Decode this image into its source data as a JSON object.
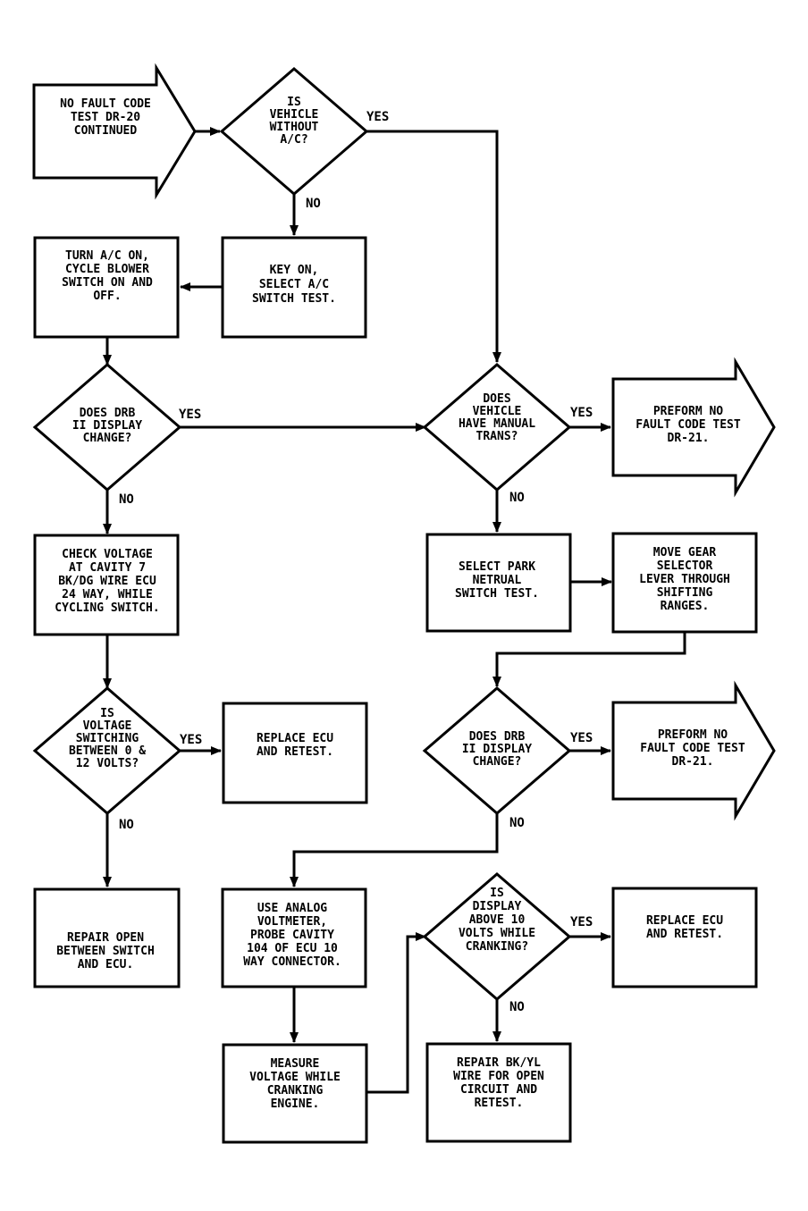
{
  "nodes": {
    "start": [
      "NO FAULT CODE",
      "TEST DR-20",
      "CONTINUED"
    ],
    "q_vehicle_ac": [
      "IS",
      "VEHICLE",
      "WITHOUT",
      "A/C?"
    ],
    "key_on": [
      "KEY ON,",
      "SELECT A/C",
      "SWITCH TEST."
    ],
    "turn_ac_on": [
      "TURN A/C ON,",
      "CYCLE BLOWER",
      "SWITCH ON AND",
      "OFF."
    ],
    "q_drb_display_1": [
      "DOES DRB",
      "II DISPLAY",
      "CHANGE?"
    ],
    "q_manual_trans": [
      "DOES",
      "VEHICLE",
      "HAVE MANUAL",
      "TRANS?"
    ],
    "perform_dr21_a": [
      "PREFORM NO",
      "FAULT CODE TEST",
      "DR-21."
    ],
    "check_voltage": [
      "CHECK VOLTAGE",
      "AT CAVITY 7",
      "BK/DG WIRE ECU",
      "24 WAY, WHILE",
      "CYCLING SWITCH."
    ],
    "select_park": [
      "SELECT PARK",
      "NETRUAL",
      "SWITCH TEST."
    ],
    "move_gear": [
      "MOVE GEAR",
      "SELECTOR",
      "LEVER THROUGH",
      "SHIFTING",
      "RANGES."
    ],
    "q_voltage_switching": [
      "IS",
      "VOLTAGE",
      "SWITCHING",
      "BETWEEN 0 &",
      "12 VOLTS?"
    ],
    "replace_ecu_1": [
      "REPLACE ECU",
      "AND RETEST."
    ],
    "q_drb_display_2": [
      "DOES DRB",
      "II DISPLAY",
      "CHANGE?"
    ],
    "perform_dr21_b": [
      "PREFORM NO",
      "FAULT CODE TEST",
      "DR-21."
    ],
    "repair_open": [
      "REPAIR OPEN",
      "BETWEEN SWITCH",
      "AND ECU."
    ],
    "use_analog": [
      "USE ANALOG",
      "VOLTMETER,",
      "PROBE CAVITY",
      "104 OF ECU 10",
      "WAY CONNECTOR."
    ],
    "q_display_above": [
      "IS",
      "DISPLAY",
      "ABOVE 10",
      "VOLTS WHILE",
      "CRANKING?"
    ],
    "replace_ecu_2": [
      "REPLACE ECU",
      "AND RETEST."
    ],
    "measure_voltage": [
      "MEASURE",
      "VOLTAGE WHILE",
      "CRANKING",
      "ENGINE."
    ],
    "repair_bkyl": [
      "REPAIR BK/YL",
      "WIRE FOR OPEN",
      "CIRCUIT AND",
      "RETEST."
    ]
  },
  "edge_labels": {
    "yes": "YES",
    "no": "NO"
  },
  "colors": {
    "ink": "#000000",
    "paper": "#ffffff"
  }
}
